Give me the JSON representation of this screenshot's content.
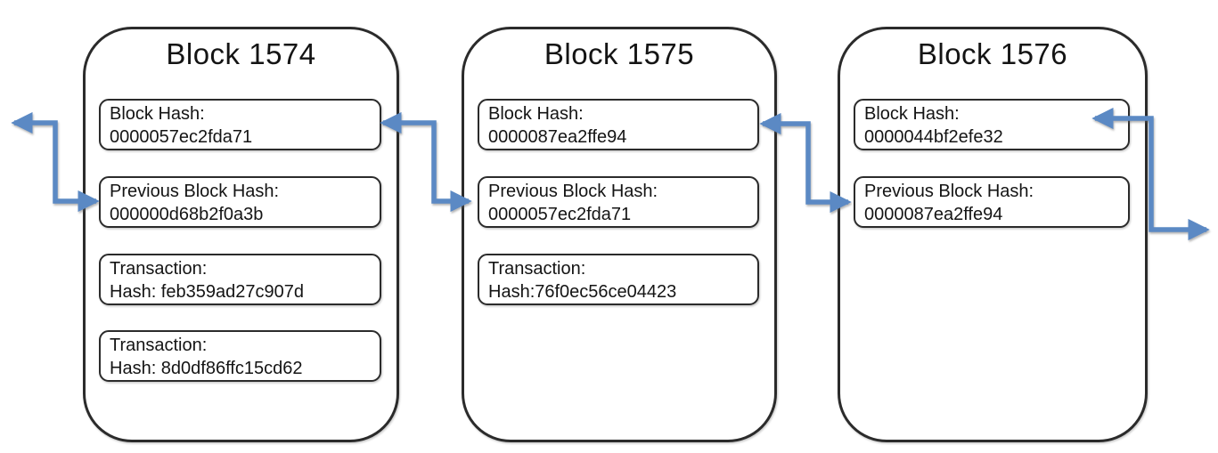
{
  "diagram": {
    "arrow_color": "#5b89c4",
    "border_color": "#2b2b2b",
    "blocks": [
      {
        "title": "Block 1574",
        "fields": [
          {
            "label": "Block Hash:",
            "value": "0000057ec2fda71"
          },
          {
            "label": "Previous Block Hash:",
            "value": "000000d68b2f0a3b"
          },
          {
            "label": "Transaction:",
            "value": "Hash: feb359ad27c907d"
          },
          {
            "label": "Transaction:",
            "value": "Hash: 8d0df86ffc15cd62"
          }
        ]
      },
      {
        "title": "Block 1575",
        "fields": [
          {
            "label": "Block Hash:",
            "value": "0000087ea2ffe94"
          },
          {
            "label": "Previous Block Hash:",
            "value": "0000057ec2fda71"
          },
          {
            "label": "Transaction:",
            "value": "Hash:76f0ec56ce04423"
          }
        ]
      },
      {
        "title": "Block 1576",
        "fields": [
          {
            "label": "Block Hash:",
            "value": "0000044bf2efe32"
          },
          {
            "label": "Previous Block Hash:",
            "value": "0000087ea2ffe94"
          }
        ]
      }
    ],
    "connectors": [
      {
        "from": "off-screen left",
        "to": "Block 1574 Previous Block Hash"
      },
      {
        "from": "Block 1574 Block Hash",
        "to": "Block 1575 Previous Block Hash"
      },
      {
        "from": "Block 1575 Block Hash",
        "to": "Block 1576 Previous Block Hash"
      },
      {
        "from": "Block 1576 Block Hash",
        "to": "off-screen right"
      }
    ]
  }
}
